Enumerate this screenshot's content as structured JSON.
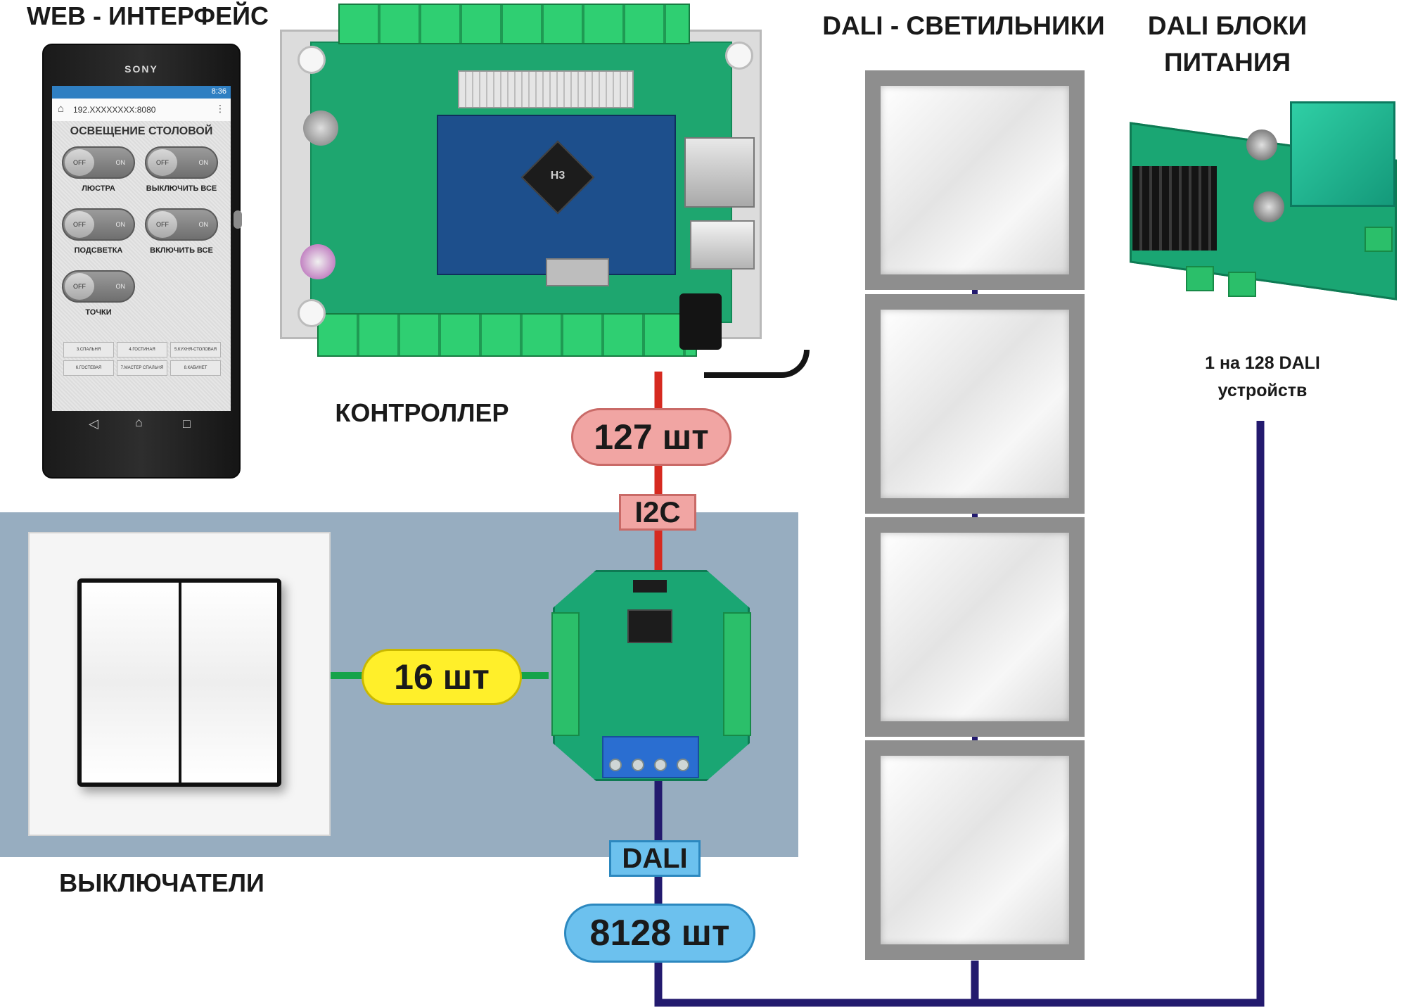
{
  "headings": {
    "web": "WEB - ИНТЕРФЕЙС",
    "lamps": "DALI - СВЕТИЛЬНИКИ",
    "psu_line1": "DALI БЛОКИ",
    "psu_line2": "ПИТАНИЯ",
    "controller": "КОНТРОЛЛЕР",
    "switches": "ВЫКЛЮЧАТЕЛИ"
  },
  "psu_note": {
    "line1": "1 на 128 DALI",
    "line2": "устройств"
  },
  "phone": {
    "brand": "SONY",
    "time": "8:36",
    "url": "192.XXXXXXXX:8080",
    "page_title": "ОСВЕЩЕНИЕ СТОЛОВОЙ",
    "off": "OFF",
    "on": "ON",
    "toggles": [
      "ЛЮСТРА",
      "ВЫКЛЮЧИТЬ ВСЕ",
      "ПОДСВЕТКА",
      "ВКЛЮЧИТЬ ВСЕ",
      "ТОЧКИ"
    ],
    "rooms": [
      "3.СПАЛЬНЯ",
      "4.ГОСТИНАЯ",
      "5.КУХНЯ-СТОЛОВАЯ",
      "6.ГОСТЕВАЯ",
      "7.МАСТЕР СПАЛЬНЯ",
      "8.КАБИНЕТ"
    ],
    "nav": {
      "back": "◁",
      "home": "⌂",
      "recent": "□"
    }
  },
  "controller_board": {
    "chip_label": "H3"
  },
  "links": {
    "i2c_count": "127 шт",
    "i2c_label": "I2C",
    "switch_count": "16 шт",
    "dali_label": "DALI",
    "dali_count": "8128 шт"
  },
  "colors": {
    "i2c": "#d62a20",
    "switch_link": "#16a34a",
    "dali": "#231a6e",
    "panel": "#97adc0",
    "pill_red": "#f1a5a3",
    "pill_yellow": "#ffef2a",
    "pill_blue": "#6cc1ee"
  }
}
